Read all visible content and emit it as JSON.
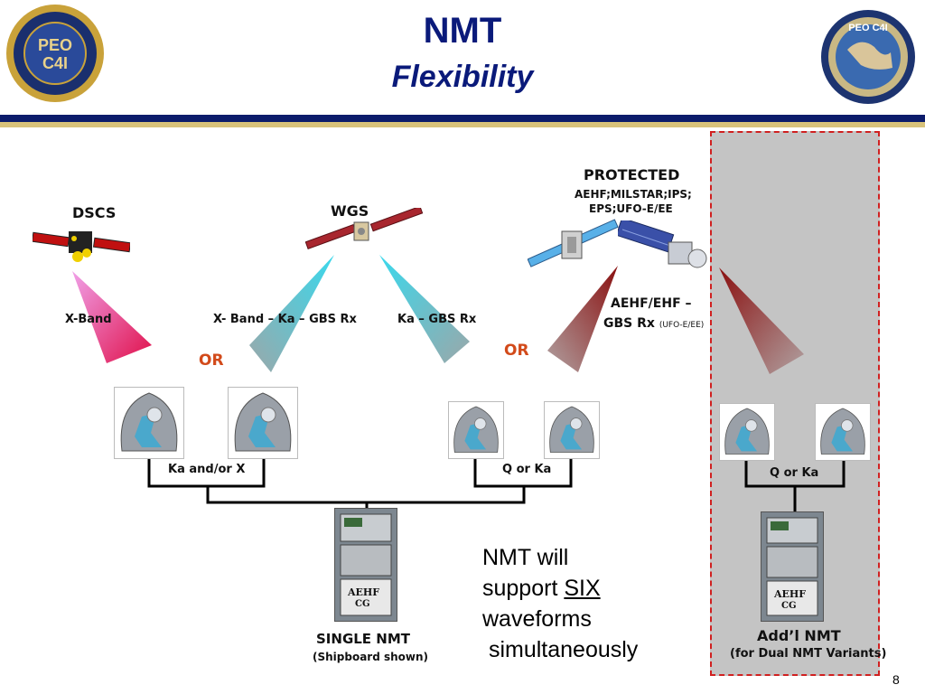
{
  "header": {
    "title": "NMT",
    "subtitle": "Flexibility",
    "left_seal_text": "PEO C4I",
    "right_seal_text": "PEO C4I"
  },
  "satellites": {
    "dscs": "DSCS",
    "wgs": "WGS",
    "protected_title": "PROTECTED",
    "protected_line1": "AEHF;MILSTAR;IPS;",
    "protected_line2": "EPS;UFO-E/EE"
  },
  "bands": {
    "x_band": "X-Band",
    "x_ka_gbs": "X- Band – Ka – GBS Rx",
    "ka_gbs": "Ka – GBS Rx",
    "aehf_line1": "AEHF/EHF –",
    "aehf_line2": "GBS Rx",
    "aehf_line2_small": "(UFO-E/EE)"
  },
  "or_labels": [
    "OR",
    "OR"
  ],
  "groups": {
    "ka_x": "Ka and/or X",
    "q_ka_left": "Q or Ka",
    "q_ka_right": "Q or Ka"
  },
  "nmt": {
    "single_title": "SINGLE NMT",
    "single_sub": "(Shipboard shown)",
    "addl_title": "Add’l NMT",
    "addl_sub": "(for Dual NMT Variants)",
    "rack_label1": "AEHF",
    "rack_label2": "CG"
  },
  "note": {
    "line1": "NMT will",
    "line2_pre": "support ",
    "line2_emph": "SIX",
    "line3": "waveforms",
    "line4": " simultaneously"
  },
  "page_number": "8",
  "colors": {
    "title": "#0a1a7a",
    "rule_navy": "#0c1c6b",
    "rule_gold": "#d8c27a",
    "or_orange": "#d24a1a",
    "dashed_box": "#d02020",
    "box_fill": "#c4c4c4"
  }
}
